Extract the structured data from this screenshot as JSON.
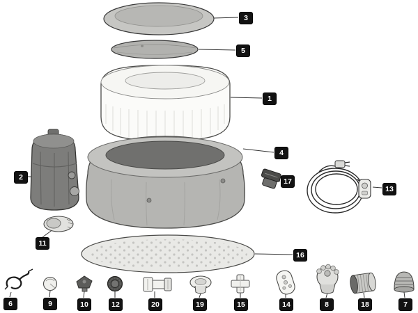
{
  "diagram": {
    "type": "exploded-parts-diagram",
    "subject": "inflatable-spa-hot-tub",
    "colors": {
      "background": "#ffffff",
      "label_background": "#121212",
      "label_text": "#ffffff",
      "leader_line": "#333333",
      "tub_grey": "#b5b5b2",
      "ring_white": "#fbfbf9",
      "pump_grey": "#7d7d7b"
    },
    "labels": [
      {
        "number": "3",
        "part": "spa-cover-top-lid"
      },
      {
        "number": "5",
        "part": "inflatable-lid-insert"
      },
      {
        "number": "1",
        "part": "inflatable-top-ring"
      },
      {
        "number": "4",
        "part": "spa-tub-body"
      },
      {
        "number": "2",
        "part": "pump-heater-unit"
      },
      {
        "number": "17",
        "part": "clip-buckle"
      },
      {
        "number": "13",
        "part": "power-supply-cord"
      },
      {
        "number": "11",
        "part": "hose-connector-valve"
      },
      {
        "number": "16",
        "part": "ground-sheet-mat"
      },
      {
        "number": "6",
        "part": "drain-hose"
      },
      {
        "number": "9",
        "part": "valve-cap"
      },
      {
        "number": "10",
        "part": "elbow-fitting"
      },
      {
        "number": "12",
        "part": "threaded-nut"
      },
      {
        "number": "20",
        "part": "pipe-adapter"
      },
      {
        "number": "19",
        "part": "valve-assembly"
      },
      {
        "number": "15",
        "part": "tee-connector"
      },
      {
        "number": "14",
        "part": "control-pad-remote"
      },
      {
        "number": "8",
        "part": "chemical-float-dispenser"
      },
      {
        "number": "18",
        "part": "filter-cartridge"
      },
      {
        "number": "7",
        "part": "filter-housing-cap"
      }
    ]
  }
}
